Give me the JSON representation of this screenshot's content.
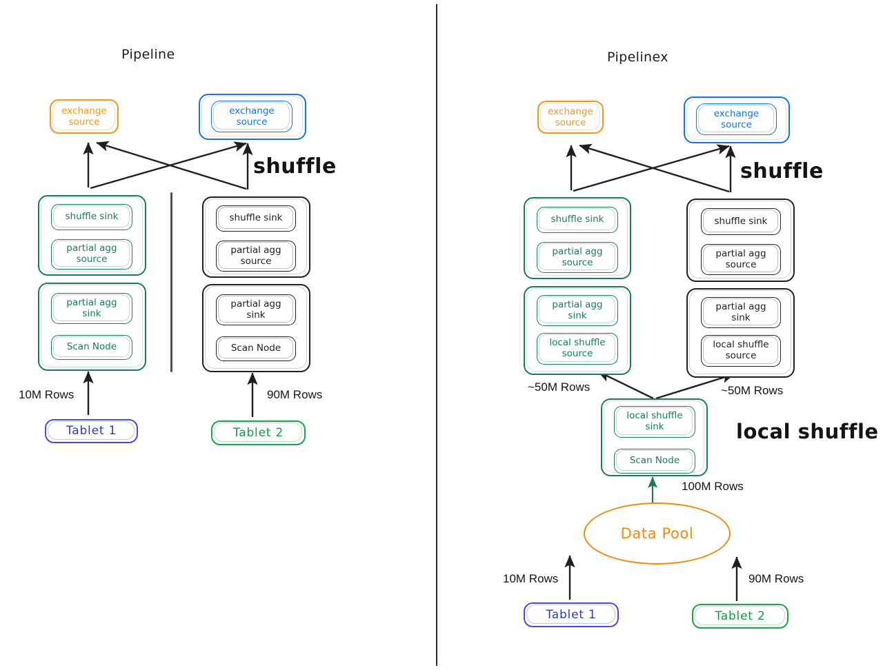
{
  "figure": {
    "background": "#ffffff",
    "colors": {
      "green": "#1b7d54",
      "black": "#1f1f1f",
      "orange": "#f0971c",
      "blue": "#1a73d2",
      "indigo": "#4a4ad8",
      "tablet_green": "#19a54a",
      "divider": "#4a535e"
    }
  },
  "left_panel": {
    "title": "Pipeline",
    "shuffle_label": "shuffle",
    "exchange_sources": [
      {
        "label": "exchange\nsource",
        "line1": "exchange",
        "line2": "source",
        "color": "orange"
      },
      {
        "label": "exchange\nsource",
        "line1": "exchange",
        "line2": "source",
        "color": "blue"
      }
    ],
    "pipelines": [
      {
        "color": "green",
        "groups": [
          {
            "operators": [
              "shuffle sink",
              "partial agg\nsource"
            ]
          },
          {
            "operators": [
              "partial agg\nsink",
              "Scan Node"
            ]
          }
        ]
      },
      {
        "color": "black",
        "groups": [
          {
            "operators": [
              "shuffle sink",
              "partial agg\nsource"
            ]
          },
          {
            "operators": [
              "partial agg\nsink",
              "Scan Node"
            ]
          }
        ]
      }
    ],
    "operator_labels": {
      "shuffle_sink": "shuffle sink",
      "partial_agg_source_l1": "partial agg",
      "partial_agg_source_l2": "source",
      "partial_agg_sink_l1": "partial agg",
      "partial_agg_sink_l2": "sink",
      "scan_node": "Scan Node"
    },
    "row_labels": [
      "10M Rows",
      "90M Rows"
    ],
    "tablets": [
      {
        "label": "Tablet 1",
        "color": "indigo"
      },
      {
        "label": "Tablet 2",
        "color": "tablet_green"
      }
    ]
  },
  "right_panel": {
    "title": "Pipelinex",
    "shuffle_label": "shuffle",
    "local_shuffle_label": "local shuffle",
    "exchange_sources": [
      {
        "line1": "exchange",
        "line2": "source",
        "color": "orange"
      },
      {
        "line1": "exchange",
        "line2": "source",
        "color": "blue"
      }
    ],
    "operator_labels": {
      "shuffle_sink": "shuffle sink",
      "partial_agg_source_l1": "partial agg",
      "partial_agg_source_l2": "source",
      "partial_agg_sink_l1": "partial agg",
      "partial_agg_sink_l2": "sink",
      "local_shuffle_source_l1": "local shuffle",
      "local_shuffle_source_l2": "source",
      "local_shuffle_sink_l1": "local shuffle",
      "local_shuffle_sink_l2": "sink",
      "scan_node": "Scan Node"
    },
    "pipelines": [
      {
        "color": "green",
        "groups": [
          {
            "operators": [
              "shuffle sink",
              "partial agg\nsource"
            ]
          },
          {
            "operators": [
              "partial agg\nsink",
              "local shuffle\nsource"
            ]
          }
        ]
      },
      {
        "color": "black",
        "groups": [
          {
            "operators": [
              "shuffle sink",
              "partial agg\nsource"
            ]
          },
          {
            "operators": [
              "partial agg\nsink",
              "local shuffle\nsource"
            ]
          }
        ]
      }
    ],
    "scan_pipeline": {
      "color": "green",
      "operators": [
        "local shuffle\nsink",
        "Scan Node"
      ]
    },
    "row_labels": {
      "left_fanout": "~50M Rows",
      "right_fanout": "~50M Rows",
      "scan_output": "100M Rows",
      "tablet1": "10M Rows",
      "tablet2": "90M Rows"
    },
    "data_pool": {
      "label": "Data Pool",
      "color": "orange"
    },
    "tablets": [
      {
        "label": "Tablet 1",
        "color": "indigo"
      },
      {
        "label": "Tablet 2",
        "color": "tablet_green"
      }
    ]
  }
}
